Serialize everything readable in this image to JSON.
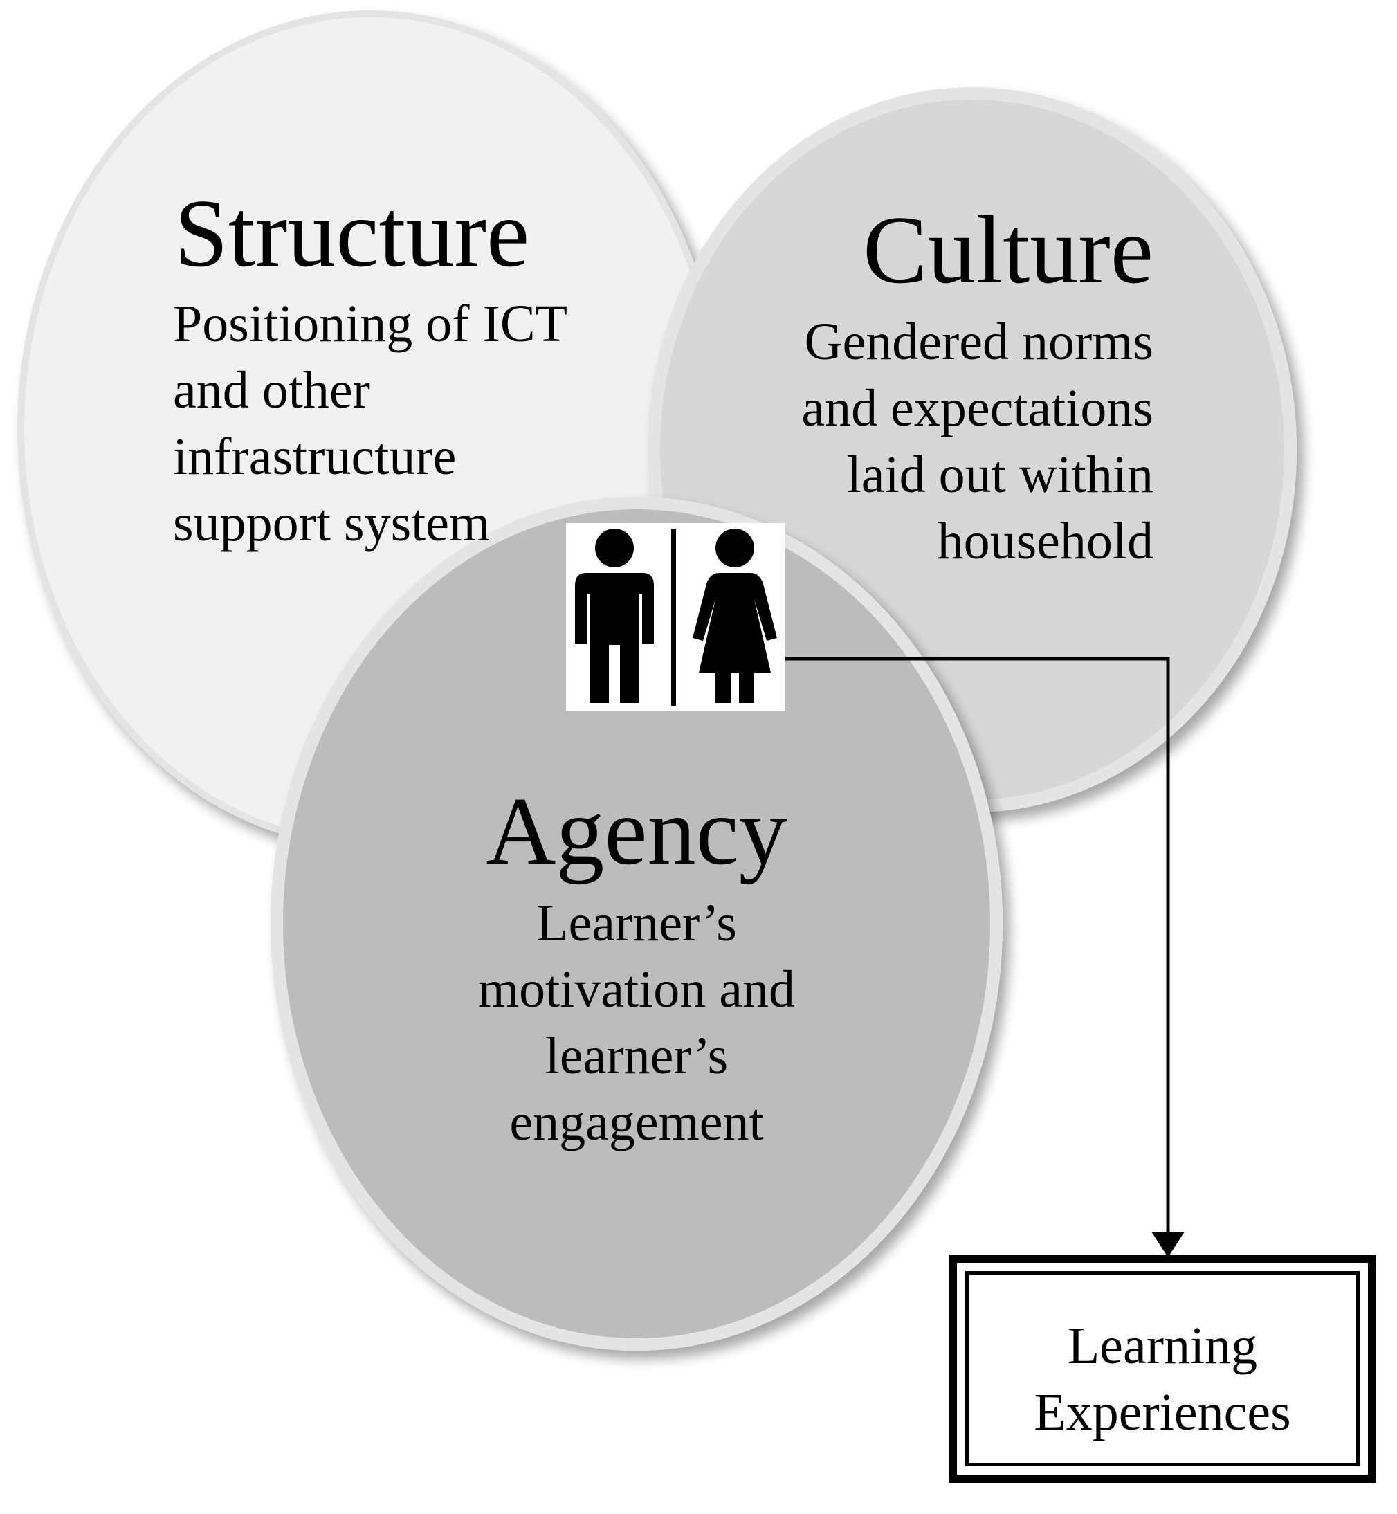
{
  "circles": {
    "structure": {
      "title": "Structure",
      "lines": [
        "Positioning of ICT",
        "and other",
        "infrastructure",
        "support system"
      ],
      "fill": "#f1f1f1"
    },
    "culture": {
      "title": "Culture",
      "lines": [
        "Gendered norms",
        "and expectations",
        "laid out within",
        "household"
      ],
      "fill": "#d7d7d7"
    },
    "agency": {
      "title": "Agency",
      "lines": [
        "Learner’s",
        "motivation and",
        "learner’s",
        "engagement"
      ],
      "fill": "#bcbcbc"
    }
  },
  "icon": "man-woman-restroom-icon",
  "outcome": {
    "lines": [
      "Learning",
      "Experiences"
    ]
  },
  "colors": {
    "circle_rim": "#e4e4e4",
    "line": "#000000"
  }
}
